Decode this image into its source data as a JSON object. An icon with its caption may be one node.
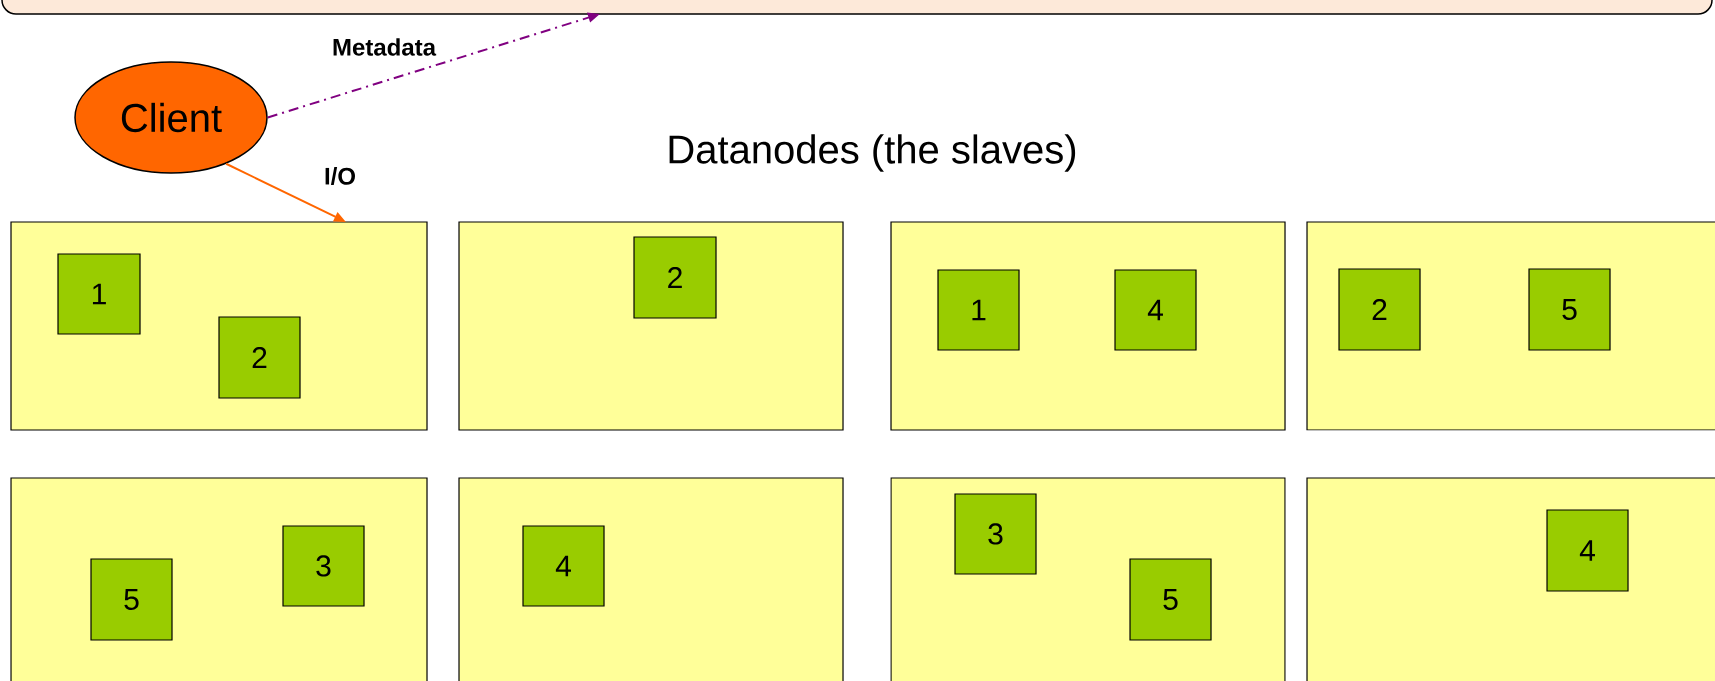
{
  "diagram": {
    "nodes": [
      {
        "text": [],
        "shape": "box"
      },
      {
        "text": [
          "Client"
        ]
      },
      {
        "text": [],
        "shape": "box"
      },
      {
        "text": [
          "1"
        ],
        "in": 2
      },
      {
        "text": [
          "2"
        ],
        "in": 2
      },
      {
        "text": [],
        "shape": "box"
      },
      {
        "text": [
          "2"
        ],
        "in": 5
      },
      {
        "text": [],
        "shape": "box"
      },
      {
        "text": [
          "1"
        ],
        "in": 7
      },
      {
        "text": [
          "4"
        ],
        "in": 7
      },
      {
        "text": [],
        "shape": "box"
      },
      {
        "text": [
          "2"
        ],
        "in": 10
      },
      {
        "text": [
          "5"
        ],
        "in": 10
      },
      {
        "text": [],
        "shape": "box"
      },
      {
        "text": [
          "5"
        ],
        "in": 13
      },
      {
        "text": [
          "3"
        ],
        "in": 13
      },
      {
        "text": [],
        "shape": "box"
      },
      {
        "text": [
          "4"
        ],
        "in": 16
      },
      {
        "text": [],
        "shape": "box"
      },
      {
        "text": [
          "3"
        ],
        "in": 18
      },
      {
        "text": [
          "5"
        ],
        "in": 18
      },
      {
        "text": [],
        "shape": "box"
      },
      {
        "text": [
          "4"
        ],
        "in": 21
      }
    ],
    "edges": [
      {
        "from": 1,
        "to": 0,
        "arrow": "to",
        "label": "Metadata",
        "style": "dashed",
        "color": "#800080"
      },
      {
        "from": 1,
        "to": 2,
        "arrow": "to",
        "label": "I/O",
        "color": "#ff6600"
      }
    ],
    "labels": [
      "Datanodes (the slaves)"
    ]
  }
}
